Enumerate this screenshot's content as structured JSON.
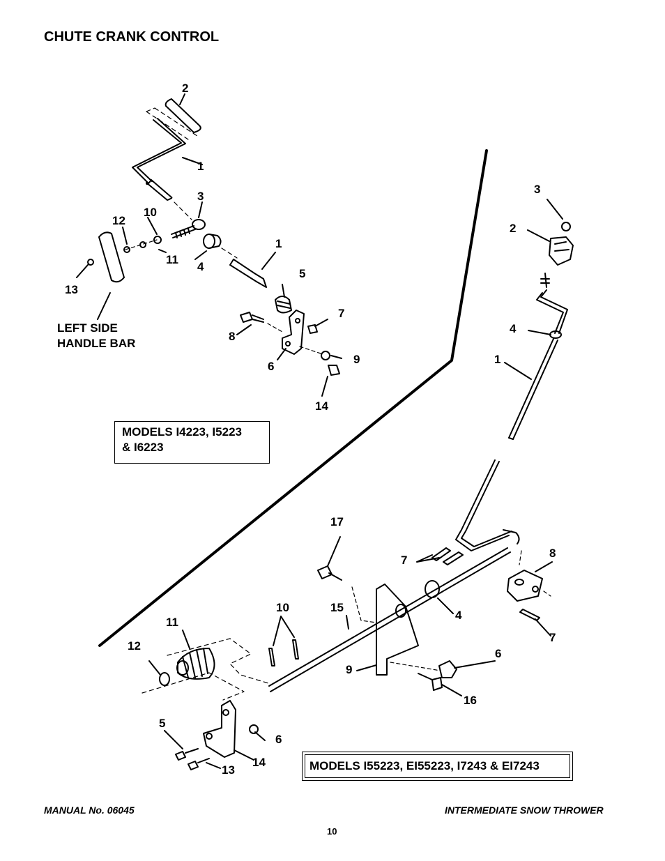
{
  "page": {
    "title": "CHUTE CRANK CONTROL",
    "left_side_label_line1": "LEFT SIDE",
    "left_side_label_line2": "HANDLE BAR",
    "models_box_1_line1": "MODELS I4223, I5223",
    "models_box_1_line2": "& I6223",
    "models_box_2": "MODELS I55223, EI55223, I7243 & EI7243",
    "footer_left": "MANUAL No. 06045",
    "footer_right": "INTERMEDIATE SNOW THROWER",
    "page_number": "10"
  },
  "callouts_top": [
    "2",
    "1",
    "3",
    "10",
    "12",
    "11",
    "4",
    "1",
    "5",
    "7",
    "8",
    "9",
    "6",
    "14",
    "13"
  ],
  "callouts_right": [
    "3",
    "2",
    "4",
    "1"
  ],
  "callouts_bottom": [
    "17",
    "7",
    "8",
    "4",
    "7",
    "15",
    "10",
    "11",
    "12",
    "9",
    "6",
    "16",
    "5",
    "6",
    "14",
    "13"
  ]
}
